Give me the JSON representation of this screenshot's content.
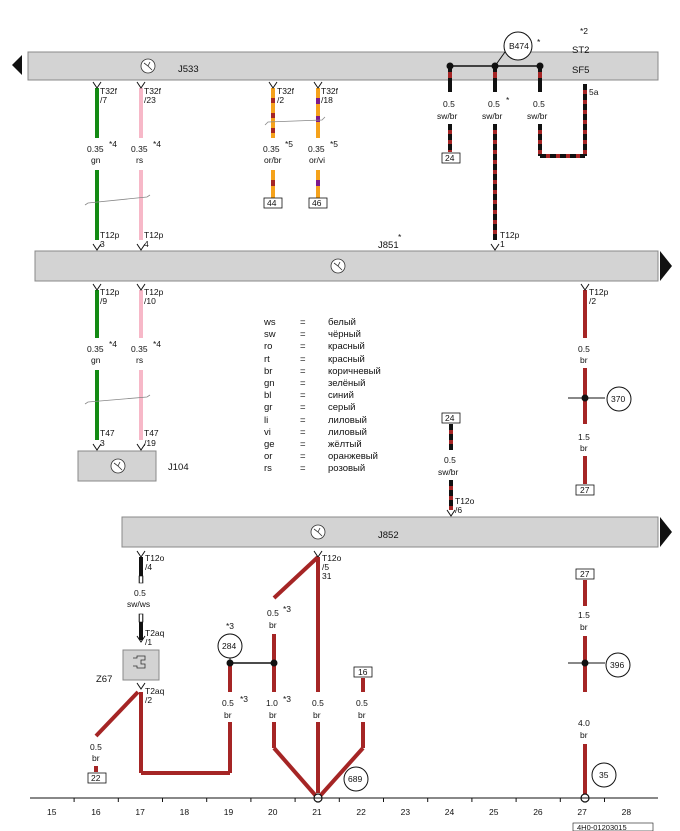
{
  "components": {
    "j533": {
      "label": "J533"
    },
    "j851": {
      "label": "J851",
      "mark": "*"
    },
    "j104": {
      "label": "J104"
    },
    "j852": {
      "label": "J852"
    },
    "z67": {
      "label": "Z67"
    }
  },
  "top_right": {
    "note": "*2",
    "st": "ST2",
    "sf": "SF5",
    "pin": "5a",
    "b474": "B474",
    "b474_mark": "*"
  },
  "wires": [
    {
      "conn": "T32f",
      "pin": "/7",
      "size": "0.35",
      "color": "gn",
      "note": "*4"
    },
    {
      "conn": "T32f",
      "pin": "/23",
      "size": "0.35",
      "color": "rs",
      "note": "*4"
    },
    {
      "conn": "T32f",
      "pin": "/2",
      "size": "0.35",
      "color": "or/br",
      "note": "*5",
      "ref": "44"
    },
    {
      "conn": "T32f",
      "pin": "/18",
      "size": "0.35",
      "color": "or/vi",
      "note": "*5",
      "ref": "46"
    },
    {
      "size": "0.5",
      "color": "sw/br",
      "ref": "24"
    },
    {
      "size": "0.5",
      "color": "sw/br",
      "note": "*"
    },
    {
      "size": "0.5",
      "color": "sw/br"
    }
  ],
  "connectors": {
    "t12p_3": "T12p",
    "t12p_3_pin": "3",
    "t12p_4": "T12p",
    "t12p_4_pin": "4",
    "t12p_1": "T12p",
    "t12p_1_pin": "1",
    "t12p_9": "T12p",
    "t12p_9_pin": "/9",
    "t12p_10": "T12p",
    "t12p_10_pin": "/10",
    "t12p_2": "T12p",
    "t12p_2_pin": "/2",
    "t47_3": "T47",
    "t47_3_pin": "3",
    "t47_19": "T47",
    "t47_19_pin": "/19",
    "t12o_6": "T12o",
    "t12o_6_pin": "/6",
    "t12o_4": "T12o",
    "t12o_4_pin": "/4",
    "t12o_5": "T12o",
    "t12o_5_pin": "/5",
    "t12o_5_pin2": "31",
    "t2aq_1": "T2aq",
    "t2aq_1_pin": "/1",
    "t2aq_2": "T2aq",
    "t2aq_2_pin": "/2"
  },
  "mid_wires": {
    "gn_size": "0.35",
    "gn_color": "gn",
    "gn_note": "*4",
    "rs_size": "0.35",
    "rs_color": "rs",
    "rs_note": "*4",
    "br_size": "0.5",
    "br_color": "br",
    "br2_size": "1.5",
    "br2_color": "br",
    "swbr_size": "0.5",
    "swbr_color": "sw/br",
    "swbr_ref": "24",
    "ref_27a": "27",
    "ref_370": "370"
  },
  "lower_wires": {
    "swws_size": "0.5",
    "swws_color": "sw/ws",
    "w16_size": "0.5",
    "w16_color": "br",
    "w16_ref": "22",
    "w19_size": "0.5",
    "w19_color": "br",
    "w19_note": "*3",
    "w19_ref": "284",
    "w19_refnote": "*3",
    "w20a_size": "0.5",
    "w20a_color": "br",
    "w20a_note": "*3",
    "w20_size": "1.0",
    "w20_color": "br",
    "w20_note": "*3",
    "w21_size": "0.5",
    "w21_color": "br",
    "w22_size": "0.5",
    "w22_color": "br",
    "w22_ref": "16",
    "ref_689": "689",
    "w27a_ref": "27",
    "w27a_size": "1.5",
    "w27a_color": "br",
    "ref_396": "396",
    "w27b_size": "4.0",
    "w27b_color": "br",
    "ref_35": "35"
  },
  "legend": [
    {
      "code": "ws",
      "eq": "=",
      "name": "белый"
    },
    {
      "code": "sw",
      "eq": "=",
      "name": "чёрный"
    },
    {
      "code": "ro",
      "eq": "=",
      "name": "красный"
    },
    {
      "code": "rt",
      "eq": "=",
      "name": "красный"
    },
    {
      "code": "br",
      "eq": "=",
      "name": "коричневый"
    },
    {
      "code": "gn",
      "eq": "=",
      "name": "зелёный"
    },
    {
      "code": "bl",
      "eq": "=",
      "name": "синий"
    },
    {
      "code": "gr",
      "eq": "=",
      "name": "серый"
    },
    {
      "code": "li",
      "eq": "=",
      "name": "лиловый"
    },
    {
      "code": "vi",
      "eq": "=",
      "name": "лиловый"
    },
    {
      "code": "ge",
      "eq": "=",
      "name": "жёлтый"
    },
    {
      "code": "or",
      "eq": "=",
      "name": "оранжевый"
    },
    {
      "code": "rs",
      "eq": "=",
      "name": "розовый"
    }
  ],
  "ruler": [
    "15",
    "16",
    "17",
    "18",
    "19",
    "20",
    "21",
    "22",
    "23",
    "24",
    "25",
    "26",
    "27",
    "28"
  ],
  "doc_id": "4H0-01203015",
  "colors": {
    "green": "#138a13",
    "pink": "#f7b8c8",
    "brown": "#a52525",
    "orange": "#f5a21b",
    "violet": "#7d1a8c",
    "black": "#111111",
    "box": "#d3d3d3"
  }
}
